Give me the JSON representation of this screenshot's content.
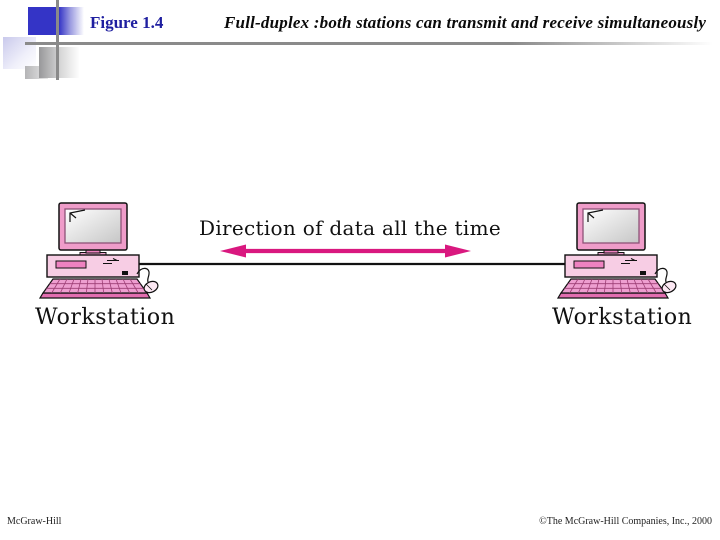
{
  "header": {
    "figure_label": "Figure 1.4",
    "title": "Full-duplex :both stations can transmit and receive simultaneously"
  },
  "diagram": {
    "direction_label": "Direction of data all the time",
    "workstations": [
      {
        "label": "Workstation"
      },
      {
        "label": "Workstation"
      }
    ],
    "icons": {
      "workstation": "workstation-computer-illustration",
      "arrow": "double-headed-arrow",
      "link": "station-link-line"
    }
  },
  "footer": {
    "left": "McGraw-Hill",
    "right": "©The McGraw-Hill Companies, Inc., 2000"
  },
  "colors": {
    "ornament_blue": "#3434c6",
    "figure_label_blue": "#1f1fa0",
    "arrow_magenta": "#d9187f",
    "monitor_frame_pink": "#ef9cc9",
    "system_unit_pink": "#f7cde4",
    "slot_pink": "#ee82c0",
    "keyboard_pink": "#ee9ed0",
    "keyboard_edge_pink": "#e26eb0",
    "ornament_gray": "#8a8a8a",
    "link_line_black": "#111111"
  }
}
